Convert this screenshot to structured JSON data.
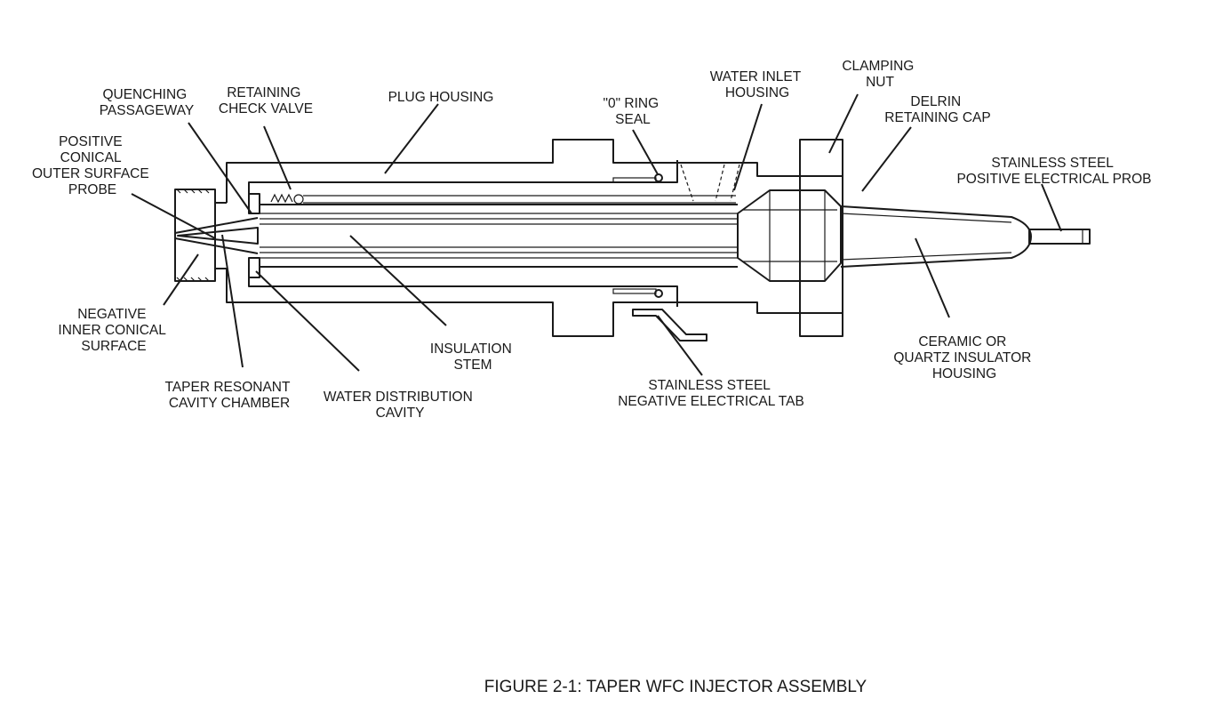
{
  "figure": {
    "caption": "FIGURE 2-1: TAPER  WFC INJECTOR ASSEMBLY"
  },
  "labels": {
    "quenching_passageway": [
      "QUENCHING",
      "PASSAGEWAY"
    ],
    "retaining_check_valve": [
      "RETAINING",
      "CHECK VALVE"
    ],
    "plug_housing": [
      "PLUG HOUSING"
    ],
    "o_ring_seal": [
      "\"0\" RING",
      "SEAL"
    ],
    "water_inlet_housing": [
      "WATER INLET",
      "HOUSING"
    ],
    "clamping_nut": [
      "CLAMPING",
      "NUT"
    ],
    "delrin_retaining_cap": [
      "DELRIN",
      "RETAINING CAP"
    ],
    "stainless_positive_probe": [
      "STAINLESS STEEL",
      "POSITIVE ELECTRICAL PROB"
    ],
    "positive_conical_probe": [
      "POSITIVE",
      "CONICAL",
      "OUTER SURFACE",
      "PROBE"
    ],
    "negative_inner_conical": [
      "NEGATIVE",
      "INNER CONICAL",
      "SURFACE"
    ],
    "taper_resonant_cavity": [
      "TAPER RESONANT",
      "CAVITY CHAMBER"
    ],
    "water_distribution_cavity": [
      "WATER DISTRIBUTION",
      "CAVITY"
    ],
    "insulation_stem": [
      "INSULATION",
      "STEM"
    ],
    "stainless_negative_tab": [
      "STAINLESS STEEL",
      "NEGATIVE ELECTRICAL TAB"
    ],
    "ceramic_quartz_housing": [
      "CERAMIC OR",
      "QUARTZ  INSULATOR",
      "HOUSING"
    ]
  }
}
